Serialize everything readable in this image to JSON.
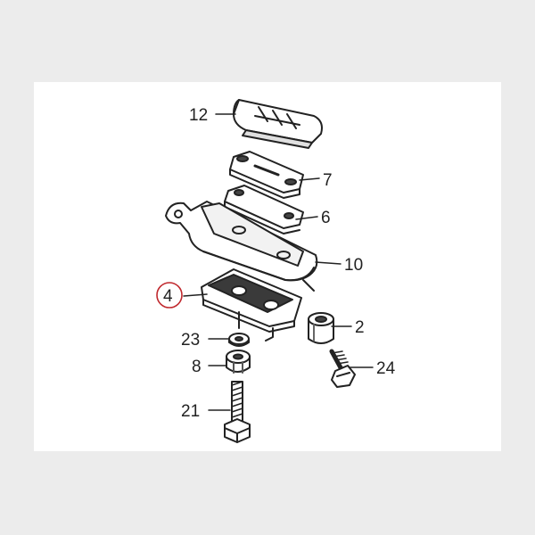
{
  "diagram": {
    "colors": {
      "background": "#ececec",
      "panel": "#ffffff",
      "line": "#222222",
      "highlight_circle": "#c0282d"
    },
    "callouts": [
      {
        "id": "12",
        "text": "12"
      },
      {
        "id": "7",
        "text": "7"
      },
      {
        "id": "6",
        "text": "6"
      },
      {
        "id": "10",
        "text": "10"
      },
      {
        "id": "4",
        "text": "4",
        "highlighted": true
      },
      {
        "id": "2",
        "text": "2"
      },
      {
        "id": "23",
        "text": "23"
      },
      {
        "id": "24",
        "text": "24"
      },
      {
        "id": "8",
        "text": "8"
      },
      {
        "id": "21",
        "text": "21"
      }
    ]
  }
}
